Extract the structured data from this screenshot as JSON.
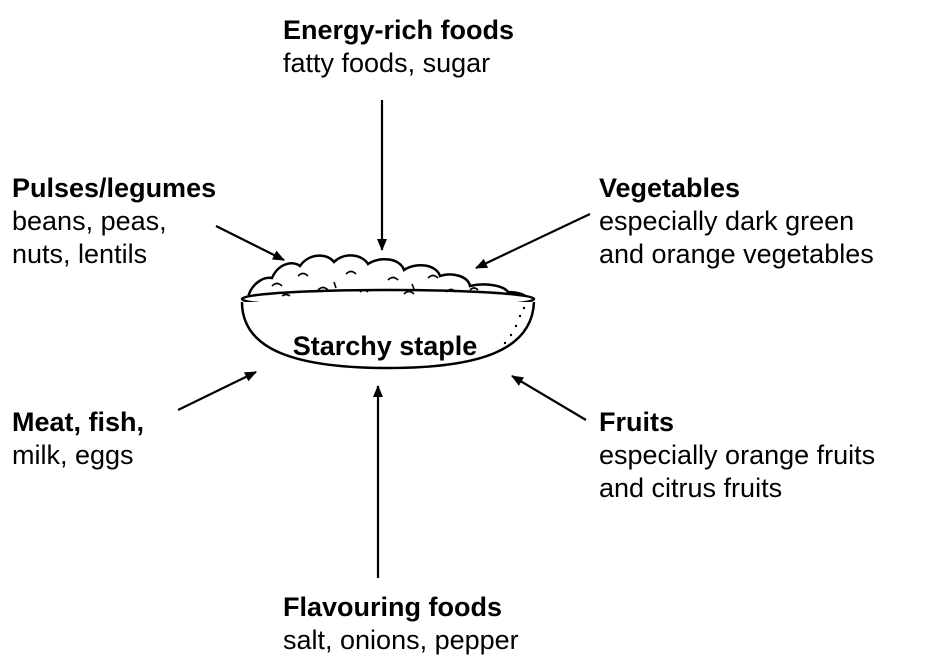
{
  "center": {
    "label": "Starchy staple"
  },
  "groups": {
    "energy": {
      "title": "Energy-rich foods",
      "lines": [
        "fatty foods, sugar"
      ]
    },
    "pulses": {
      "title": "Pulses/legumes",
      "lines": [
        "beans, peas,",
        "nuts, lentils"
      ]
    },
    "vegetables": {
      "title": "Vegetables",
      "lines": [
        "especially dark green",
        "and orange vegetables"
      ]
    },
    "meat": {
      "title": "Meat, fish,",
      "lines": [
        "milk, eggs"
      ]
    },
    "fruits": {
      "title": "Fruits",
      "lines": [
        "especially orange fruits",
        "and citrus fruits"
      ]
    },
    "flavouring": {
      "title": "Flavouring foods",
      "lines": [
        "salt, onions, pepper"
      ]
    }
  }
}
